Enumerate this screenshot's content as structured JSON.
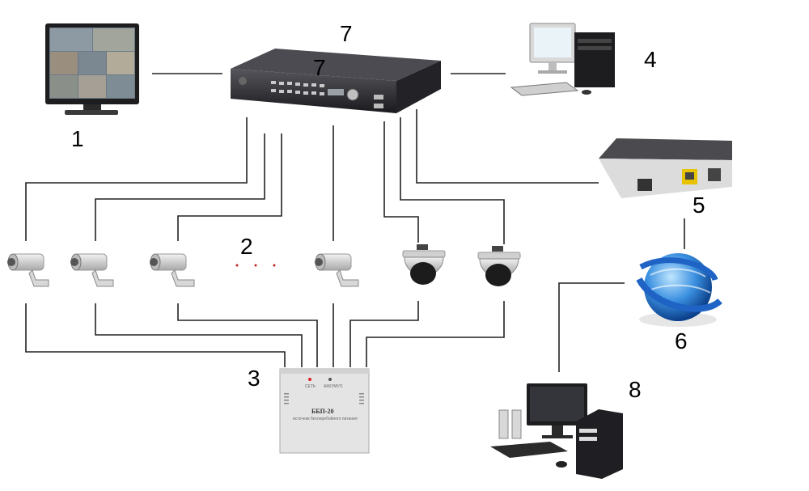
{
  "labels": {
    "monitor": "1",
    "cameras": "2",
    "power_supply": "3",
    "local_pc": "4",
    "router": "5",
    "internet": "6",
    "dvr_top": "7",
    "dvr_on": "7",
    "remote_pc": "8",
    "dots": "· · ·"
  },
  "power_supply": {
    "model": "ББП-20",
    "subtitle": "источник бесперебойного питания",
    "led_left": "СЕТЬ",
    "led_right": "АККУМУЛ."
  },
  "colors": {
    "wire": "#222222",
    "device_dark": "#2a2a2e",
    "globe": "#2a7fd4",
    "router_port": "#e6c200",
    "led_red": "#e02020"
  }
}
